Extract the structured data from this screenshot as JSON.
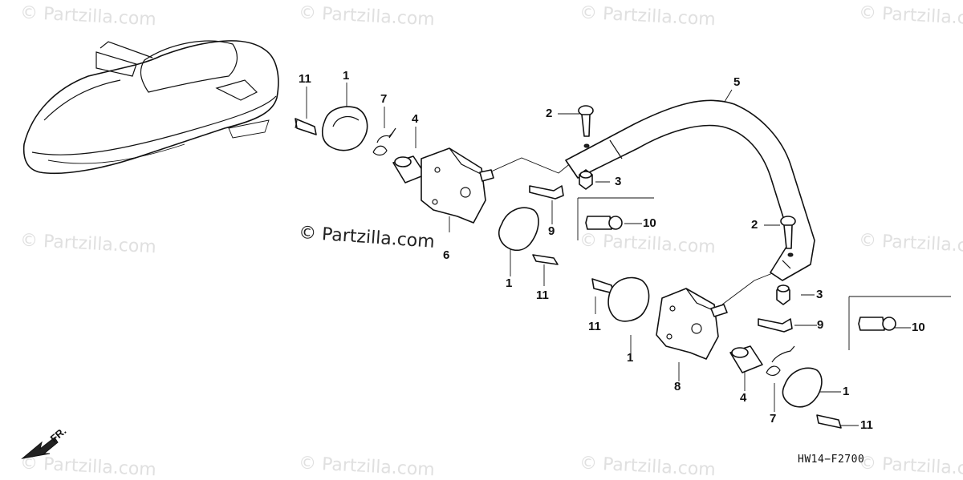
{
  "watermark": "© Partzilla.com",
  "center_watermark": "© Partzilla.com",
  "diagram_code": "HW14−F2700",
  "direction_label": "FR.",
  "callouts": {
    "c11a": "11",
    "c1a": "1",
    "c7a": "7",
    "c4a": "4",
    "c2a": "2",
    "c5": "5",
    "c3a": "3",
    "c9a": "9",
    "c10a": "10",
    "c6": "6",
    "c1b": "1",
    "c11b": "11",
    "c2b": "2",
    "c3b": "3",
    "c9b": "9",
    "c10b": "10",
    "c11c": "11",
    "c1c": "1",
    "c8": "8",
    "c4b": "4",
    "c7b": "7",
    "c1d": "1",
    "c11d": "11"
  }
}
